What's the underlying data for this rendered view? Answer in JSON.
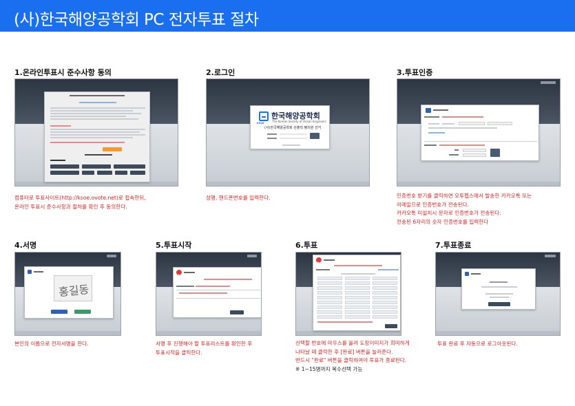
{
  "header": {
    "title": "(사)한국해양공학회 PC 전자투표 절차"
  },
  "steps": [
    {
      "title": "1.온라인투표시 준수사항 동의",
      "desc": [
        "컴퓨터로 투표사이트(http://ksoe.ovote.net)로 접속한뒤,",
        "온라인 투표시 준수사항과 절차를 확인 후 동의한다."
      ]
    },
    {
      "title": "2.로그인",
      "desc": [
        "성명, 핸드폰번호를 입력한다."
      ]
    },
    {
      "title": "3.투표인증",
      "desc": [
        "인증번호 받기를 클릭하면 오투펩스에서 발송한 카카오톡 또는",
        "이메일으로 인증번호가 전송된다.",
        "카카오톡 미설치시 문자로 인증번호가 전송된다.",
        "전송된 6자리의 숫자 인증번호를 입력한다"
      ]
    },
    {
      "title": "4.서명",
      "desc": [
        "본인의 이름으로 전자서명을 한다."
      ]
    },
    {
      "title": "5.투표시작",
      "desc": [
        "서명 후 진행해야 할 투표리스트를 확인한 후",
        "투표시작을 클릭한다."
      ]
    },
    {
      "title": "6.투표",
      "desc": [
        "선택할 번호에 마우스를 올려 도장이미지가 희미하게",
        "나타날 때 클릭한 후 [완료] 버튼을 눌러준다.",
        "반드시 \"완료\" 버튼을 클릭하여야 투표가 종료된다."
      ],
      "note": "※ 1~15명까지 복수선택 가능"
    },
    {
      "title": "7.투표종료",
      "desc": [
        "투표 완료 후 자동으로 로그아웃된다."
      ]
    }
  ],
  "screens": {
    "login_logo": "한국해양공학회",
    "login_logo_en": "The Korean Society of Ocean Engineers",
    "login_logo_mark": "KSOE",
    "login_subtitle": "(사)한국해양공학회 산출직 평의원 선거",
    "signature": "홍길동"
  },
  "colors": {
    "header": "#1a6ff0",
    "desc_red": "#e02020"
  }
}
